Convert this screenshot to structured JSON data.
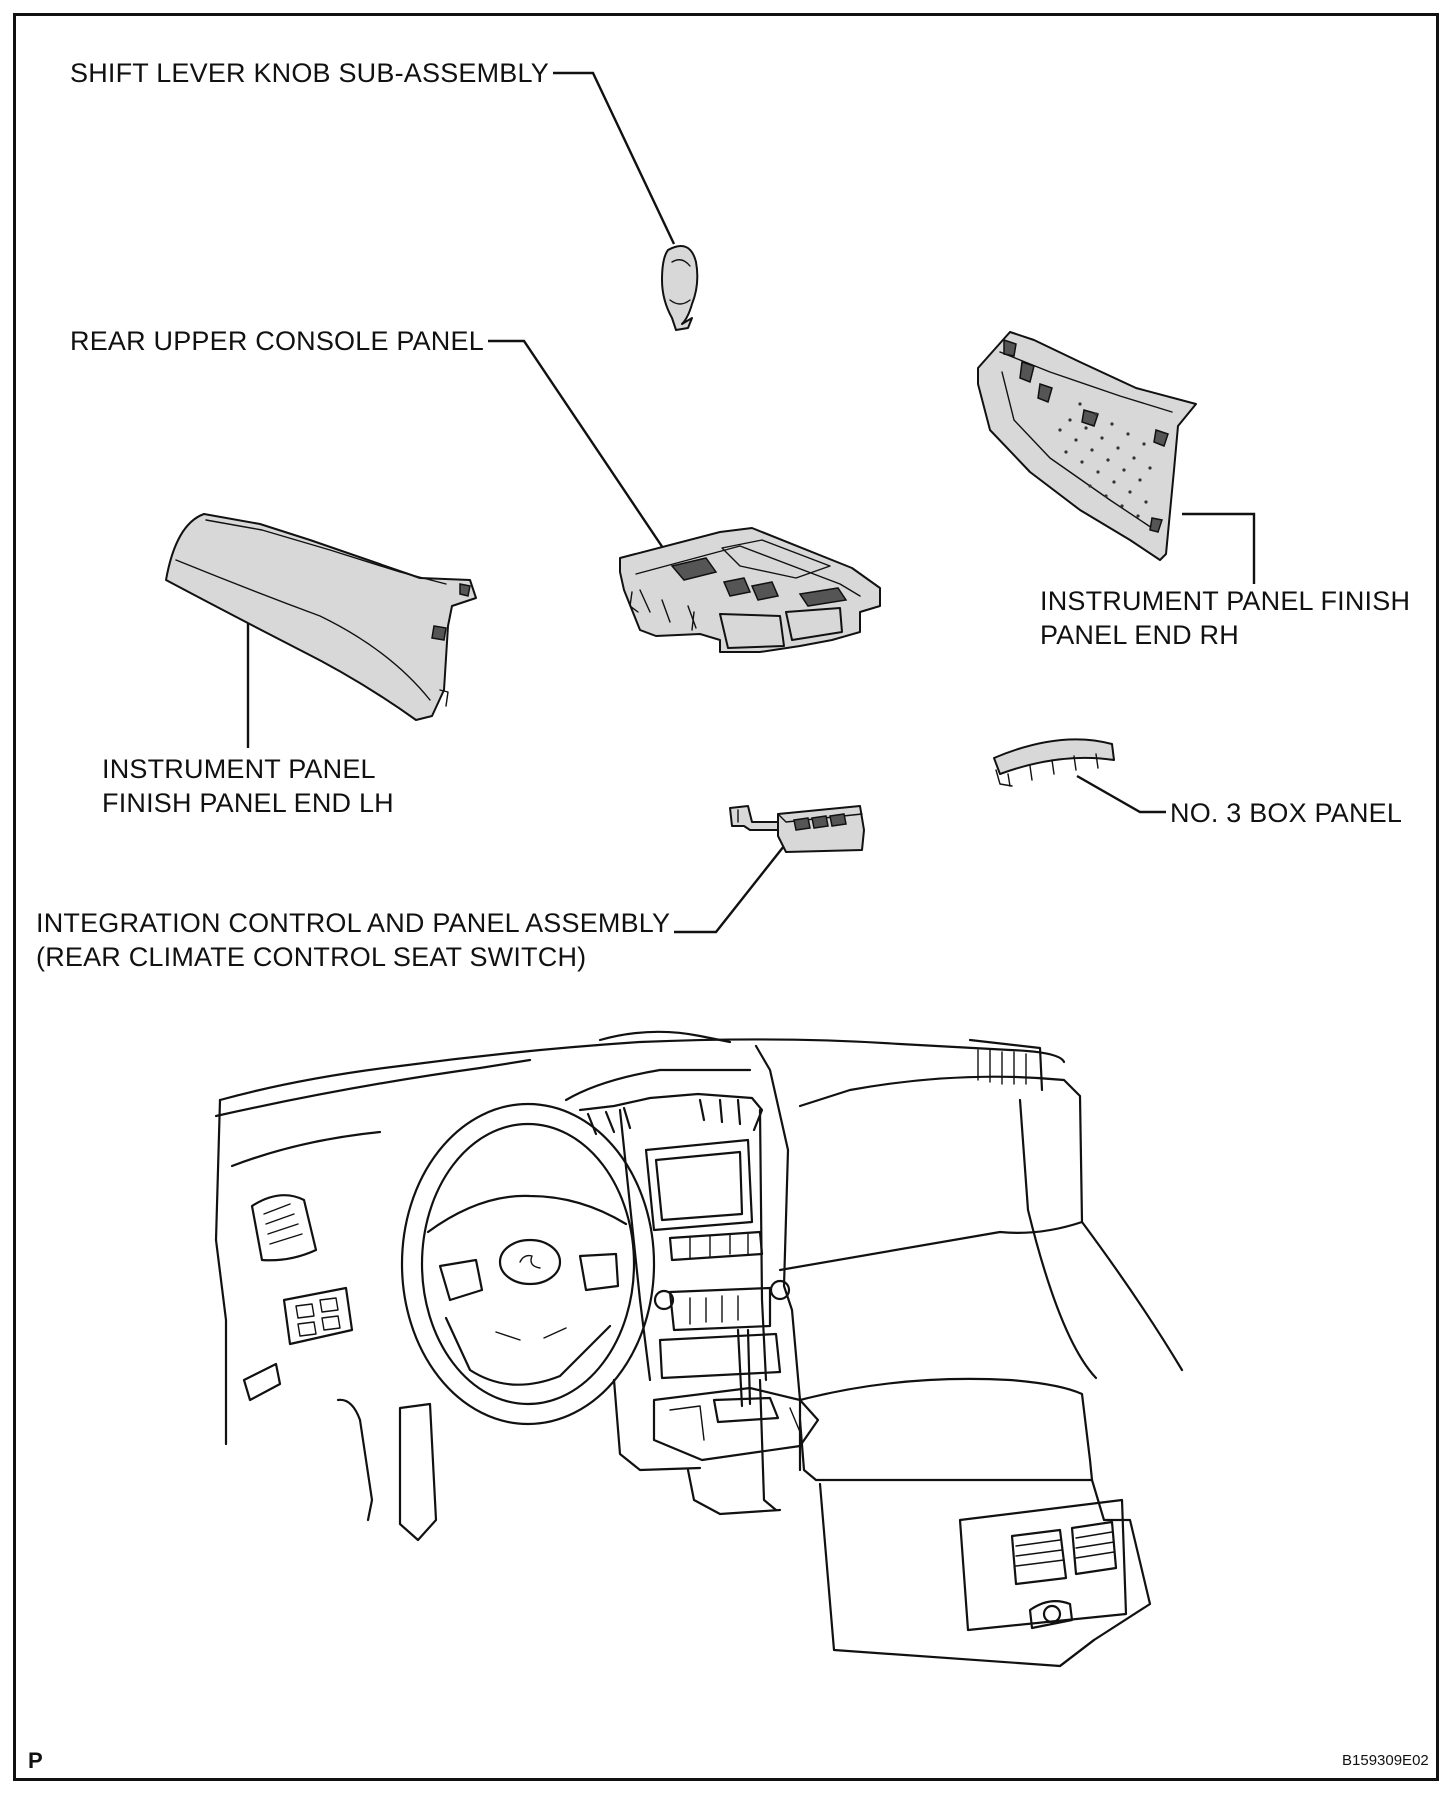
{
  "labels": {
    "shift_knob": "SHIFT LEVER KNOB SUB-ASSEMBLY",
    "rear_upper_console": "REAR UPPER CONSOLE PANEL",
    "finish_rh_line1": "INSTRUMENT PANEL FINISH",
    "finish_rh_line2": "PANEL END RH",
    "finish_lh_line1": "INSTRUMENT PANEL",
    "finish_lh_line2": "FINISH PANEL END LH",
    "box_panel": "NO. 3 BOX PANEL",
    "integration_line1": "INTEGRATION CONTROL AND PANEL ASSEMBLY",
    "integration_line2": "(REAR CLIMATE CONTROL SEAT SWITCH)"
  },
  "corner_mark": "P",
  "figure_id": "B159309E02"
}
